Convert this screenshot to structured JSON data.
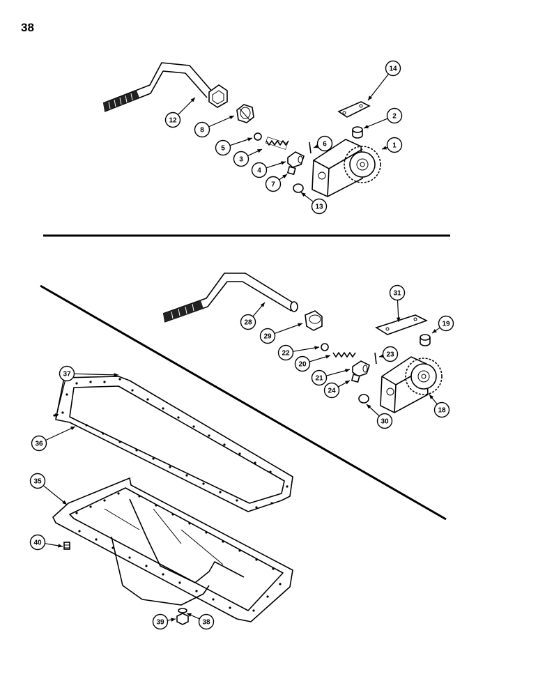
{
  "page_number": "38",
  "upper_assembly_callouts": [
    "1",
    "2",
    "3",
    "4",
    "5",
    "6",
    "7",
    "8",
    "12",
    "13",
    "14"
  ],
  "lower_assembly_callouts": [
    "18",
    "19",
    "20",
    "21",
    "22",
    "23",
    "24",
    "28",
    "29",
    "30",
    "31"
  ],
  "oil_pan_callouts": [
    "35",
    "36",
    "37",
    "38",
    "39",
    "40"
  ]
}
